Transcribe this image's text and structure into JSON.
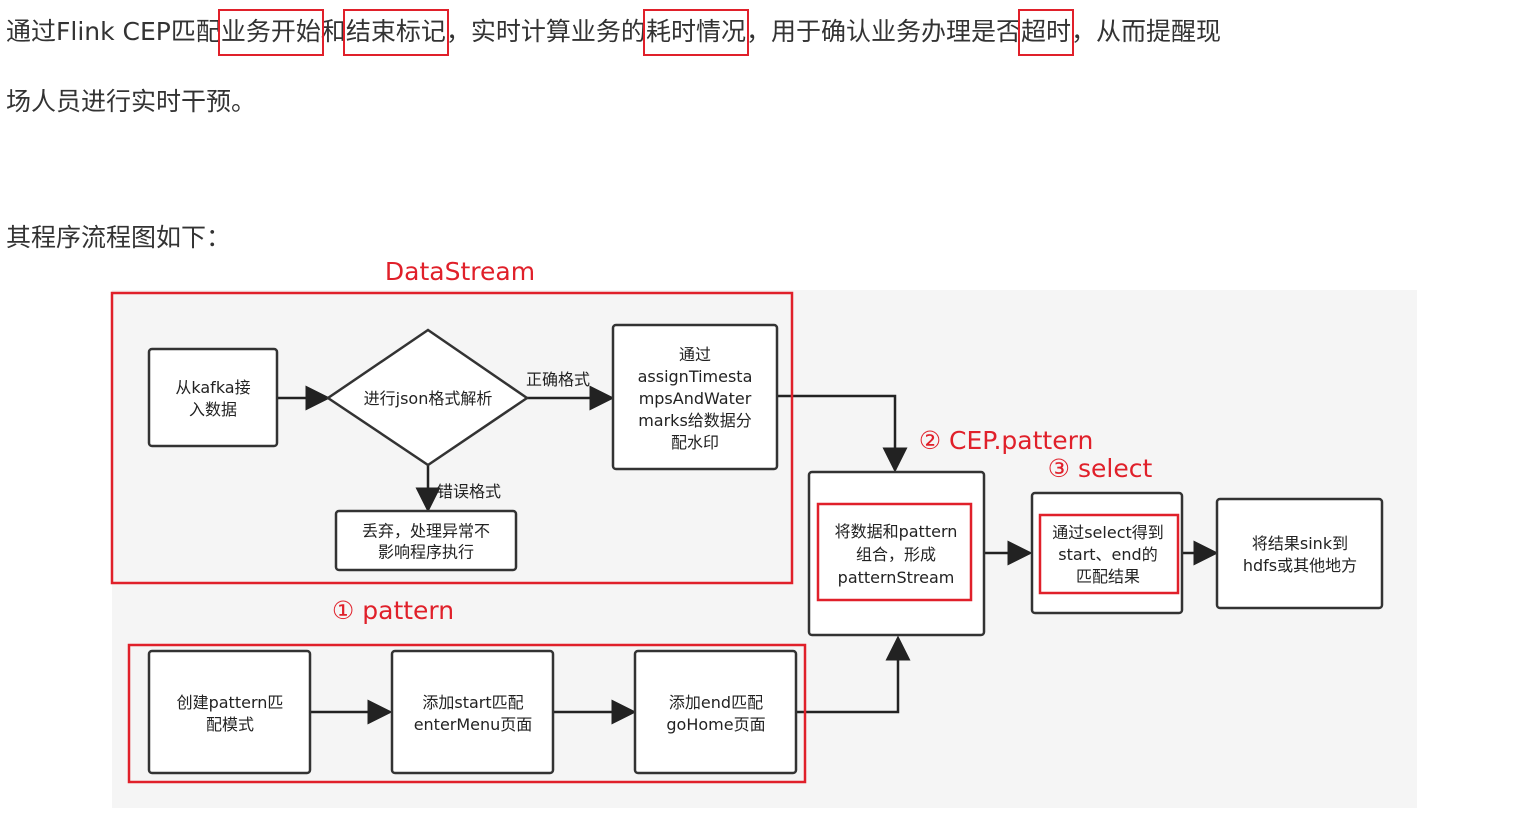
{
  "paragraph": {
    "line1": [
      {
        "text": "通过Flink CEP匹配",
        "hl": false
      },
      {
        "text": "业务开始",
        "hl": true
      },
      {
        "text": "和",
        "hl": false
      },
      {
        "text": "结束标记",
        "hl": true
      },
      {
        "text": "，实时计算业务的",
        "hl": false
      },
      {
        "text": "耗时情况",
        "hl": true
      },
      {
        "text": "，用于确认业务办理是否",
        "hl": false
      },
      {
        "text": "超时",
        "hl": true
      },
      {
        "text": "，从而提醒现",
        "hl": false
      }
    ],
    "line2": "场人员进行实时干预。",
    "flow_intro": "其程序流程图如下："
  },
  "diagram": {
    "sections": {
      "datastream": "DataStream",
      "pattern": "① pattern",
      "cep_pattern": "② CEP.pattern",
      "select": "③ select"
    },
    "nodes": {
      "kafka": [
        "从kafka接",
        "入数据"
      ],
      "json_parse": [
        "进行json格式解析"
      ],
      "assign_ts": [
        "通过",
        "assignTimesta",
        "mpsAndWater",
        "marks给数据分",
        "配水印"
      ],
      "discard": [
        "丢弃，处理异常不",
        "影响程序执行"
      ],
      "combine": [
        "将数据和pattern",
        "组合，形成",
        "patternStream"
      ],
      "select_result": [
        "通过select得到",
        "start、end的",
        "匹配结果"
      ],
      "sink": [
        "将结果sink到",
        "hdfs或其他地方"
      ],
      "create_pattern": [
        "创建pattern匹",
        "配模式"
      ],
      "add_start": [
        "添加start匹配",
        "enterMenu页面"
      ],
      "add_end": [
        "添加end匹配",
        "goHome页面"
      ]
    },
    "edge_labels": {
      "correct": "正确格式",
      "error": "错误格式"
    },
    "colors": {
      "highlight": "#e0202a",
      "canvas": "#f5f5f5",
      "node_border": "#333333"
    }
  }
}
